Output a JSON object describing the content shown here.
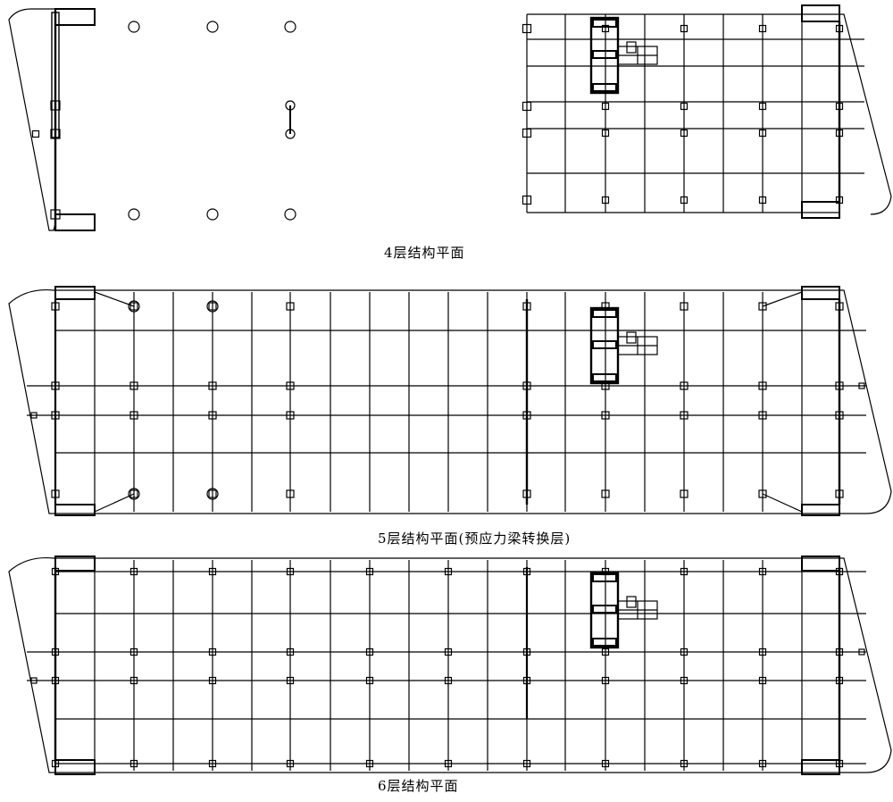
{
  "captions": {
    "floor4": "4层结构平面",
    "floor5": "5层结构平面(预应力梁转换层)",
    "floor6": "6层结构平面"
  },
  "colors": {
    "line": "#000000",
    "background": "#ffffff"
  },
  "plans": [
    {
      "id": "floor-4",
      "type": "partial-plan"
    },
    {
      "id": "floor-5",
      "type": "transfer-plan"
    },
    {
      "id": "floor-6",
      "type": "typical-plan"
    }
  ]
}
